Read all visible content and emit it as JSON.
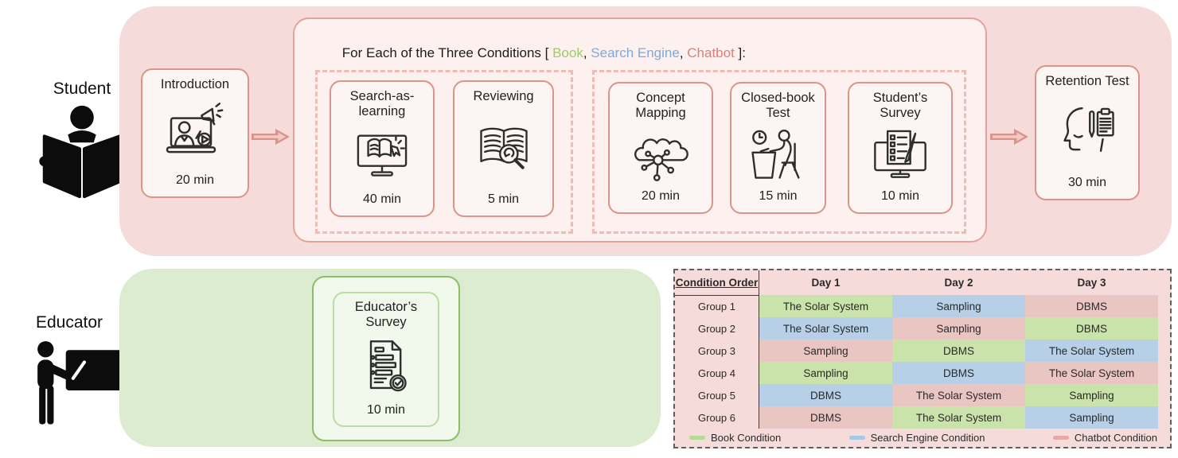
{
  "student_row": {
    "actor_label": "Student",
    "introduction": {
      "title": "Introduction",
      "duration": "20 min"
    },
    "conditions_header": {
      "prefix": "For Each of the Three Conditions [ ",
      "separator": ", ",
      "suffix": " ]:",
      "items": [
        {
          "label": "Book",
          "condition": "book"
        },
        {
          "label": "Search Engine",
          "condition": "search"
        },
        {
          "label": "Chatbot",
          "condition": "chatbot"
        }
      ]
    },
    "phase1": [
      {
        "title": "Search-as-learning",
        "duration": "40 min"
      },
      {
        "title": "Reviewing",
        "duration": "5 min"
      }
    ],
    "phase2": [
      {
        "title": "Concept Mapping",
        "duration": "20 min"
      },
      {
        "title": "Closed-book Test",
        "duration": "15 min"
      },
      {
        "title": "Student’s Survey",
        "duration": "10 min"
      }
    ],
    "retention_test": {
      "title": "Retention Test",
      "duration": "30 min"
    }
  },
  "educator_row": {
    "actor_label": "Educator",
    "survey": {
      "title": "Educator’s Survey",
      "duration": "10 min"
    }
  },
  "condition_table": {
    "headers": {
      "label_col": "Condition Order",
      "day1": "Day 1",
      "day2": "Day 2",
      "day3": "Day 3"
    },
    "rows": [
      {
        "group": "Group 1",
        "cells": [
          {
            "text": "The Solar System",
            "condition": "book"
          },
          {
            "text": "Sampling",
            "condition": "search"
          },
          {
            "text": "DBMS",
            "condition": "chatbot"
          }
        ]
      },
      {
        "group": "Group 2",
        "cells": [
          {
            "text": "The Solar System",
            "condition": "search"
          },
          {
            "text": "Sampling",
            "condition": "chatbot"
          },
          {
            "text": "DBMS",
            "condition": "book"
          }
        ]
      },
      {
        "group": "Group 3",
        "cells": [
          {
            "text": "Sampling",
            "condition": "chatbot"
          },
          {
            "text": "DBMS",
            "condition": "book"
          },
          {
            "text": "The Solar System",
            "condition": "search"
          }
        ]
      },
      {
        "group": "Group 4",
        "cells": [
          {
            "text": "Sampling",
            "condition": "book"
          },
          {
            "text": "DBMS",
            "condition": "search"
          },
          {
            "text": "The Solar System",
            "condition": "chatbot"
          }
        ]
      },
      {
        "group": "Group 5",
        "cells": [
          {
            "text": "DBMS",
            "condition": "search"
          },
          {
            "text": "The Solar System",
            "condition": "chatbot"
          },
          {
            "text": "Sampling",
            "condition": "book"
          }
        ]
      },
      {
        "group": "Group 6",
        "cells": [
          {
            "text": "DBMS",
            "condition": "chatbot"
          },
          {
            "text": "The Solar System",
            "condition": "book"
          },
          {
            "text": "Sampling",
            "condition": "search"
          }
        ]
      }
    ],
    "legend": [
      {
        "label": "Book Condition",
        "condition": "book"
      },
      {
        "label": "Search Engine Condition",
        "condition": "search"
      },
      {
        "label": "Chatbot Condition",
        "condition": "chatbot"
      }
    ]
  },
  "colors": {
    "cells": {
      "book": "#c9e3ab",
      "search": "#b7d0e7",
      "chatbot": "#eac6c2"
    },
    "swatches": {
      "book": "#b4db92",
      "search": "#a3c8e8",
      "chatbot": "#e5aaa5"
    },
    "words": {
      "book": "#9ccb68",
      "search": "#80a9da",
      "chatbot": "#d8817a"
    }
  }
}
